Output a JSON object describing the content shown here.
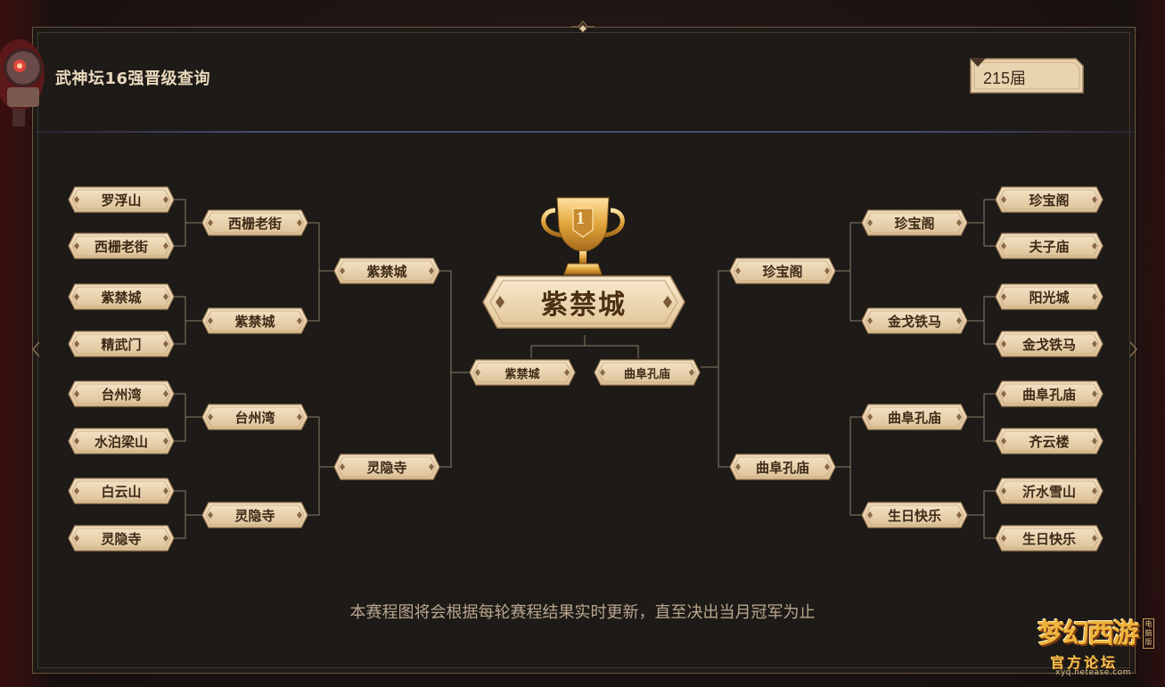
{
  "header": {
    "title": "武神坛16强晋级查询",
    "season_select": {
      "selected": "215届"
    }
  },
  "bracket": {
    "left": {
      "round16": [
        "罗浮山",
        "西栅老街",
        "紫禁城",
        "精武门",
        "台州湾",
        "水泊梁山",
        "白云山",
        "灵隐寺"
      ],
      "quarter": [
        "西栅老街",
        "紫禁城",
        "台州湾",
        "灵隐寺"
      ],
      "semi": [
        "紫禁城",
        "灵隐寺"
      ]
    },
    "right": {
      "round16": [
        "珍宝阁",
        "夫子庙",
        "阳光城",
        "金戈铁马",
        "曲阜孔庙",
        "齐云楼",
        "沂水雪山",
        "生日快乐"
      ],
      "quarter": [
        "珍宝阁",
        "金戈铁马",
        "曲阜孔庙",
        "生日快乐"
      ],
      "semi": [
        "珍宝阁",
        "曲阜孔庙"
      ]
    },
    "final": [
      "紫禁城",
      "曲阜孔庙"
    ],
    "champion": "紫禁城",
    "trophy_rank": "1"
  },
  "footer": {
    "notice": "本赛程图将会根据每轮赛程结果实时更新，直至决出当月冠军为止"
  },
  "logo": {
    "name": "梦幻西游",
    "subtitle": "官方论坛",
    "url": "xyq.netease.com",
    "edition": "电脑版"
  },
  "colors": {
    "panel_bg": "#1d1a17",
    "plate_fill": "#e8d1ac",
    "plate_border": "#b8926a",
    "title_text": "#e9d9bd",
    "notice_text": "#b9a68e",
    "connector": "#8a7c6a"
  }
}
